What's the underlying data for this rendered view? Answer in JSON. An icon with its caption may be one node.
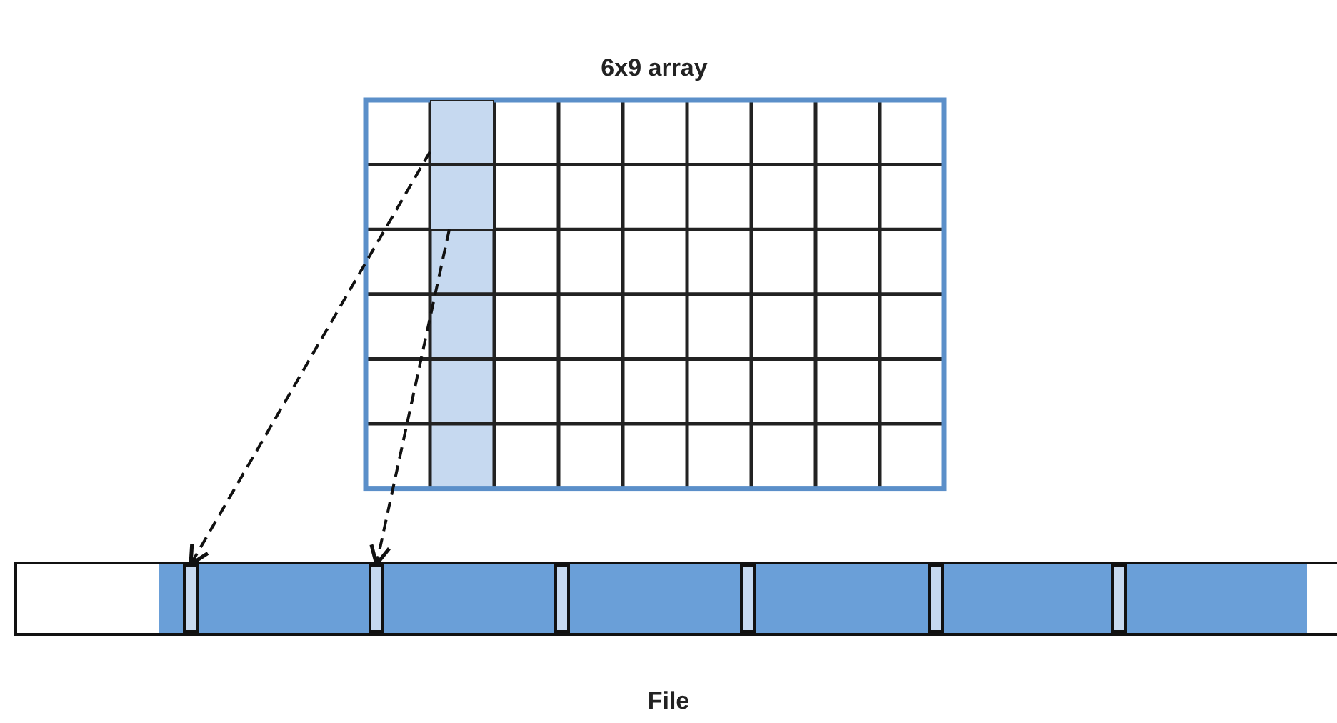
{
  "diagram": {
    "nodes": [
      {
        "text": [
          "6x9 array"
        ]
      },
      {
        "text": [
          "File"
        ]
      },
      {
        "text": [],
        "shape": "box",
        "in": 0
      },
      {
        "text": [],
        "shape": "box",
        "in": 0
      },
      {
        "text": [],
        "shape": "bar",
        "in": 1
      },
      {
        "text": [],
        "shape": "bar",
        "in": 1
      },
      {
        "text": [],
        "shape": "bar",
        "in": 1
      },
      {
        "text": [],
        "shape": "bar",
        "in": 1
      },
      {
        "text": [],
        "shape": "bar",
        "in": 1
      },
      {
        "text": [],
        "shape": "bar",
        "in": 1
      }
    ],
    "edges": [
      {
        "from": 2,
        "to": 4,
        "arrow": "to",
        "style": "dashed"
      },
      {
        "from": 3,
        "to": 5,
        "arrow": "to",
        "style": "dashed"
      }
    ]
  }
}
